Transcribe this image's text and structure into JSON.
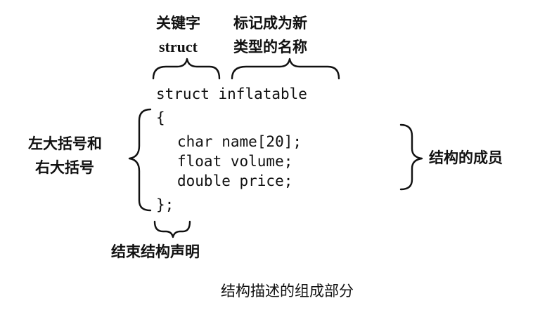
{
  "labels": {
    "keyword_title": "关键字",
    "keyword_value": "struct",
    "tag_line1": "标记成为新",
    "tag_line2": "类型的名称",
    "braces_line1": "左大括号和",
    "braces_line2": "右大括号",
    "members": "结构的成员",
    "terminator": "结束结构声明",
    "caption": "结构描述的组成部分"
  },
  "code": {
    "struct_kw": "struct",
    "tag_name": "inflatable",
    "open_brace": "{",
    "members": [
      "char name[20];",
      "float volume;",
      "double price;"
    ],
    "close_brace": "}",
    "semicolon": ";"
  }
}
